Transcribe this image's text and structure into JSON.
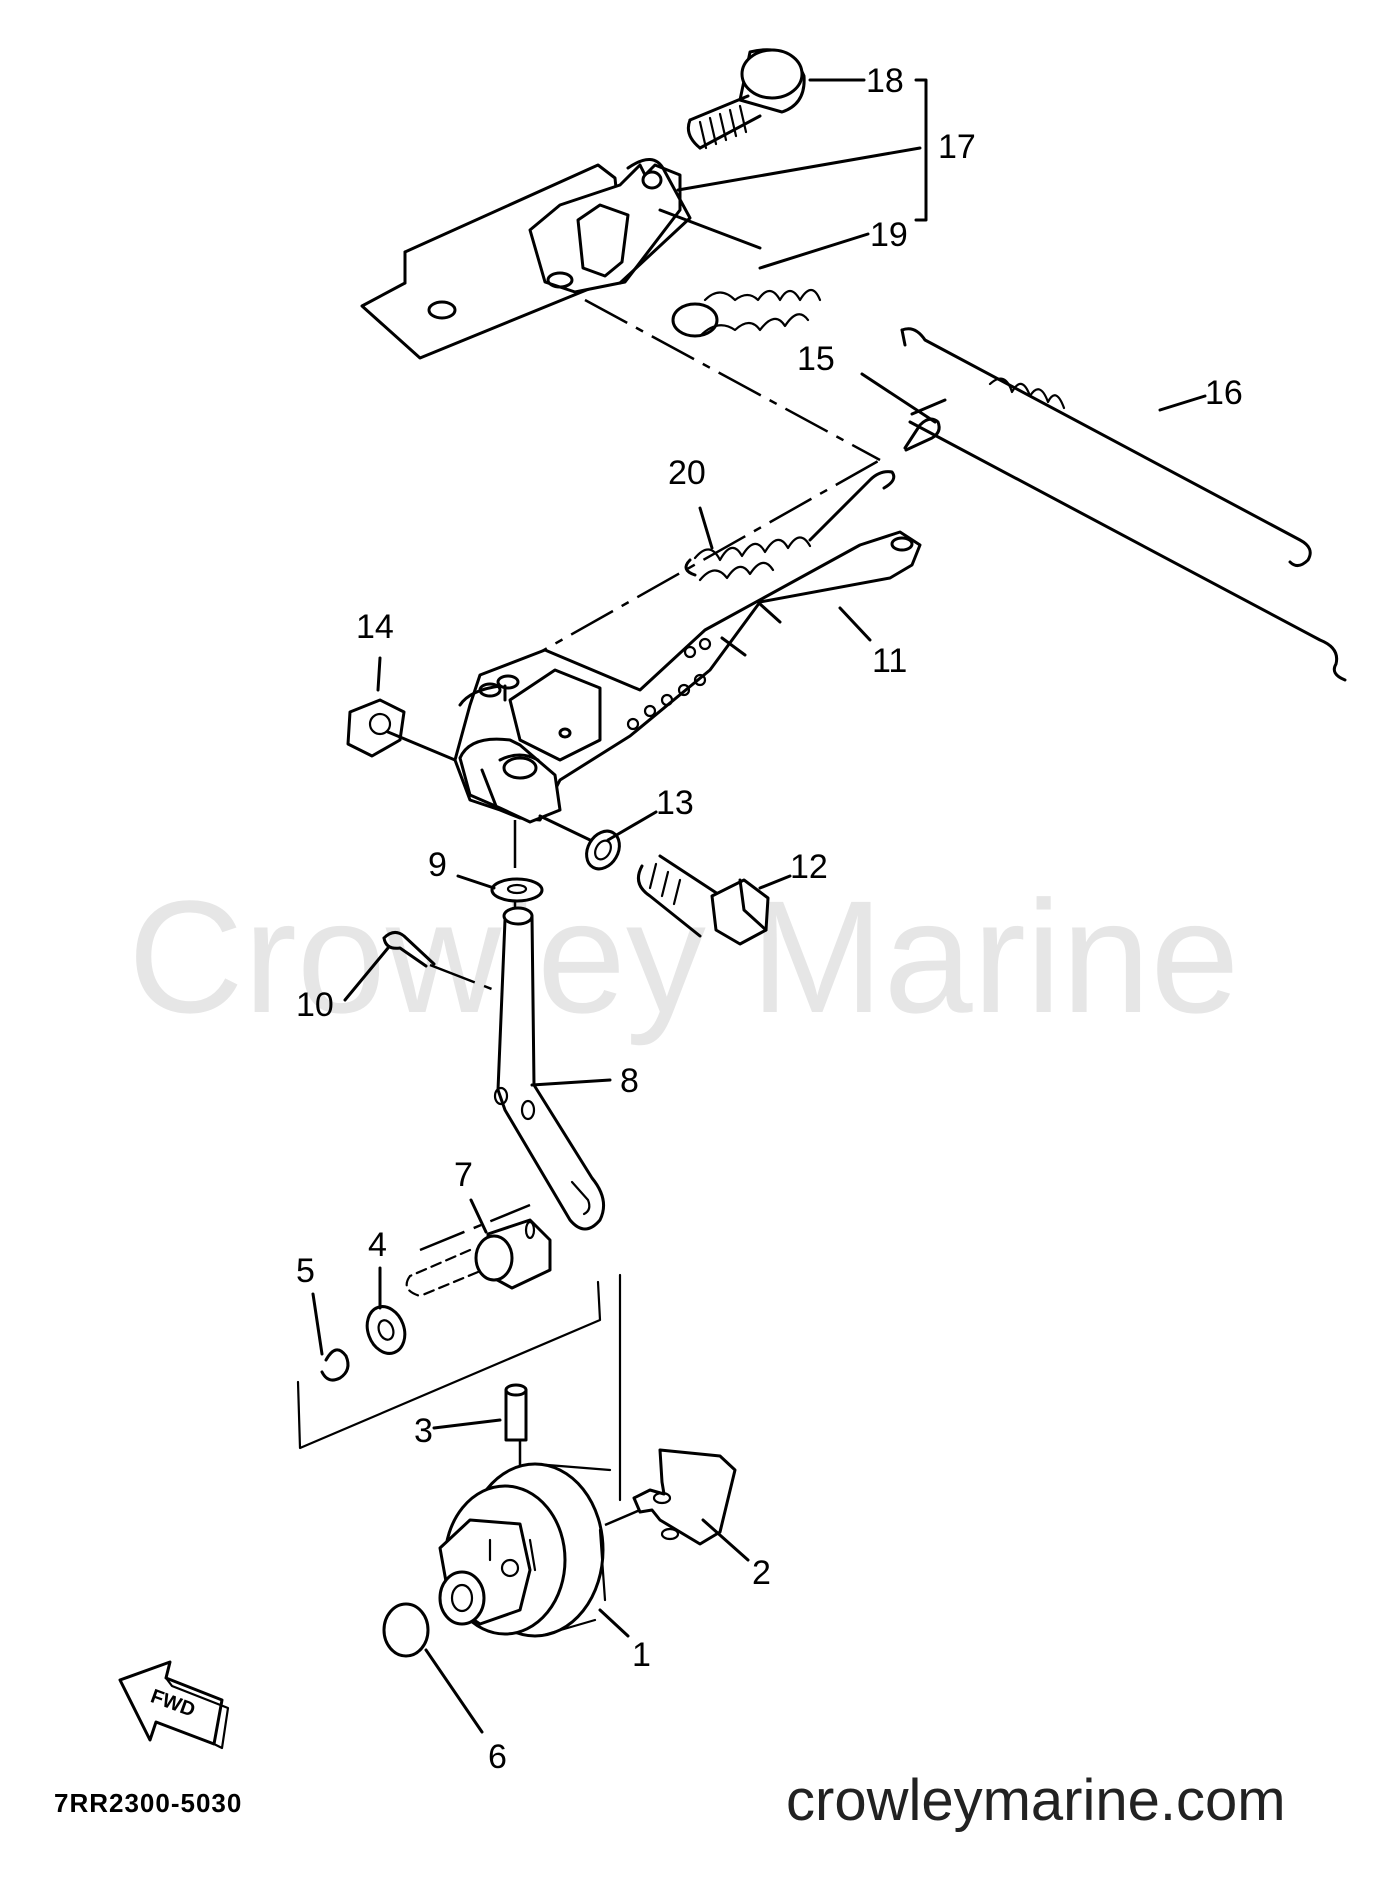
{
  "watermark": "Crowley Marine",
  "website": "crowleymarine.com",
  "part_code": "7RR2300-5030",
  "fwd_label": "FWD",
  "callouts": {
    "c1": "1",
    "c2": "2",
    "c3": "3",
    "c4": "4",
    "c5": "5",
    "c6": "6",
    "c7": "7",
    "c8": "8",
    "c9": "9",
    "c10": "10",
    "c11": "11",
    "c12": "12",
    "c13": "13",
    "c14": "14",
    "c15": "15",
    "c16": "16",
    "c17": "17",
    "c18": "18",
    "c19": "19",
    "c20": "20"
  }
}
